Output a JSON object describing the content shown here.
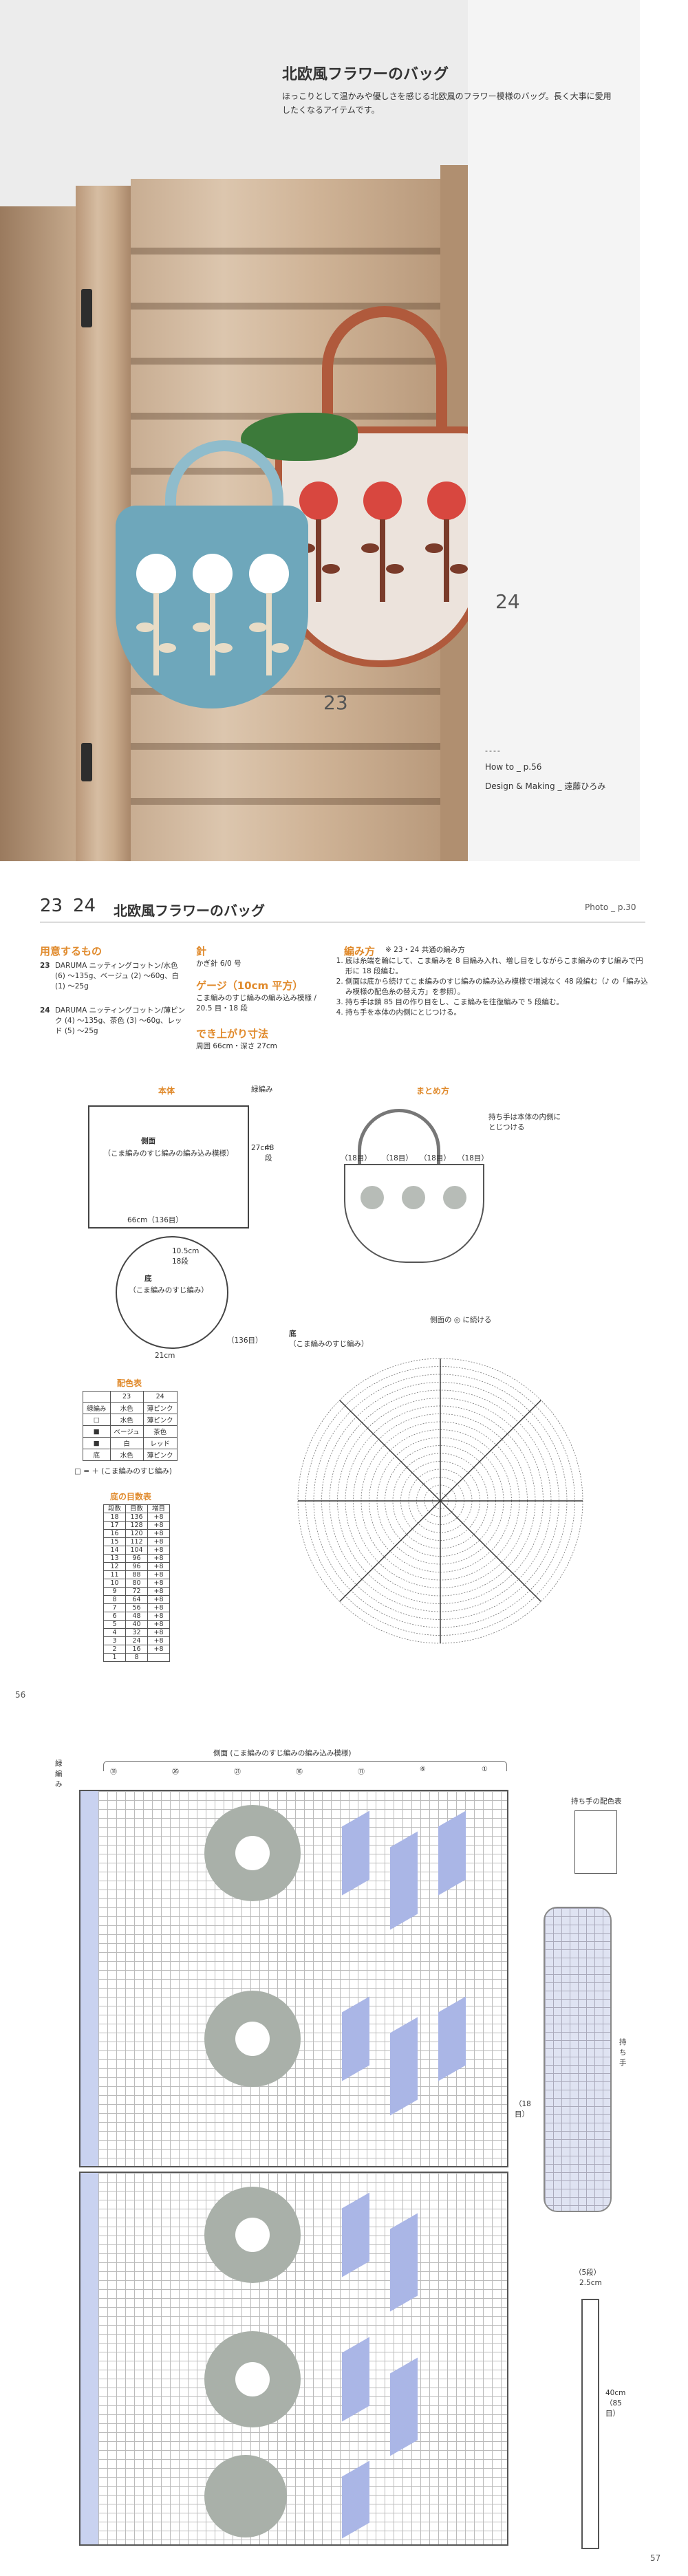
{
  "photo_page": {
    "title": "北欧風フラワーのバッグ",
    "lead": "ほっこりとして温かみや優しさを感じる北欧風のフラワー模様のバッグ。長く大事に愛用したくなるアイテムです。",
    "num_24": "24",
    "num_23": "23",
    "howto": "How to _ p.56",
    "credit": "Design & Making _ 遠藤ひろみ",
    "dashes": "----"
  },
  "instr_page": {
    "num_a": "23",
    "num_b": "24",
    "title": "北欧風フラワーのバッグ",
    "photo_ref": "Photo _ p.30",
    "materials_head": "用意するもの",
    "mat_23_num": "23",
    "mat_23": "DARUMA ニッティングコットン/水色 (6) ～135g、ベージュ (2) ～60g、白 (1) ～25g",
    "mat_24_num": "24",
    "mat_24": "DARUMA ニッティングコットン/薄ピンク (4) ～135g、茶色 (3) ～60g、レッド (5) ～25g",
    "needle_head": "針",
    "needle": "かぎ針 6/0 号",
    "gauge_head": "ゲージ（10cm 平方）",
    "gauge": "こま編みのすじ編みの編み込み模様 / 20.5 目・18 段",
    "size_head": "でき上がり寸法",
    "size": "周囲 66cm・深さ 27cm",
    "method_head": "編み方",
    "method_sub": "※ 23・24 共通の編み方",
    "steps": [
      "底は糸端を輪にして、こま編みを 8 目編み入れ、増し目をしながらこま編みのすじ編みで円形に 18 段編む。",
      "側面は底から続けてこま編みのすじ編みの編み込み模様で増減なく 48 段編む（♪ の「編み込み模様の配色糸の替え方」を参照）。",
      "持ち手は鎖 85 目の作り目をし、こま編みを往復編みで 5 段編む。",
      "持ち手を本体の内側にとじつける。"
    ],
    "body_label": "本体",
    "side_label": "側面",
    "side_pattern": "（こま編みのすじ編みの編み込み模様）",
    "border_label": "緑編み",
    "circ": "66cm（136目）",
    "depth": "27cm",
    "rows48": "48段",
    "bottom_label": "底",
    "bottom_pattern": "（こま編みのすじ編み）",
    "bottom_dia": "21cm",
    "bottom_rows": "10.5cm 18段",
    "bottom_sts": "（136目）",
    "summary_label": "まとめ方",
    "summary_note": "持ち手は本体の内側にとじつける",
    "summary_sts": [
      "（18目）",
      "（18目）",
      "（18目）",
      "（18目）"
    ],
    "base_label": "底",
    "base_pattern": "（こま編みのすじ編み）",
    "base_note": "側面の ◎ に続ける",
    "color_table_head": "配色表",
    "color_table": {
      "header": [
        "",
        "23",
        "24"
      ],
      "rows": [
        [
          "緑編み",
          "水色",
          "薄ピンク"
        ],
        [
          "□",
          "水色",
          "薄ピンク"
        ],
        [
          "■",
          "ベージュ",
          "茶色"
        ],
        [
          "■",
          "白",
          "レッド"
        ],
        [
          "底",
          "水色",
          "薄ピンク"
        ]
      ]
    },
    "symbol_note": "□ = ＋ (こま編みのすじ編み)",
    "count_table_head": "底の目数表",
    "count_table": {
      "header": [
        "段数",
        "目数",
        "増目"
      ],
      "rows": [
        [
          "18",
          "136",
          "+8"
        ],
        [
          "17",
          "128",
          "+8"
        ],
        [
          "16",
          "120",
          "+8"
        ],
        [
          "15",
          "112",
          "+8"
        ],
        [
          "14",
          "104",
          "+8"
        ],
        [
          "13",
          "96",
          "+8"
        ],
        [
          "12",
          "96",
          "+8"
        ],
        [
          "11",
          "88",
          "+8"
        ],
        [
          "10",
          "80",
          "+8"
        ],
        [
          "9",
          "72",
          "+8"
        ],
        [
          "8",
          "64",
          "+8"
        ],
        [
          "7",
          "56",
          "+8"
        ],
        [
          "6",
          "48",
          "+8"
        ],
        [
          "5",
          "40",
          "+8"
        ],
        [
          "4",
          "32",
          "+8"
        ],
        [
          "3",
          "24",
          "+8"
        ],
        [
          "2",
          "16",
          "+8"
        ],
        [
          "1",
          "8",
          ""
        ]
      ]
    },
    "page_num": "56"
  },
  "chart_page": {
    "title": "側面 (こま編みのすじ編みの編み込み模様)",
    "border": "緑編み",
    "handle_label": "持ち手",
    "handle_note": "持ち手の配色表",
    "handle_len": "40cm（85目）",
    "handle_w": "2.5cm",
    "handle_rows": "（5段）",
    "repeat": "（18目）",
    "col_nums": [
      "㉛",
      "㉖",
      "㉑",
      "⑯",
      "⑪",
      "⑥",
      "①"
    ],
    "page_num": "57"
  },
  "colors": {
    "orange": "#e08a2c",
    "bag_blue": "#6ea7bb",
    "bag_pink": "#ece3dc",
    "red": "#d8473f",
    "brown": "#7a3b2a",
    "chart_gray": "#a9b0a9",
    "chart_blue": "#aab6e6"
  }
}
